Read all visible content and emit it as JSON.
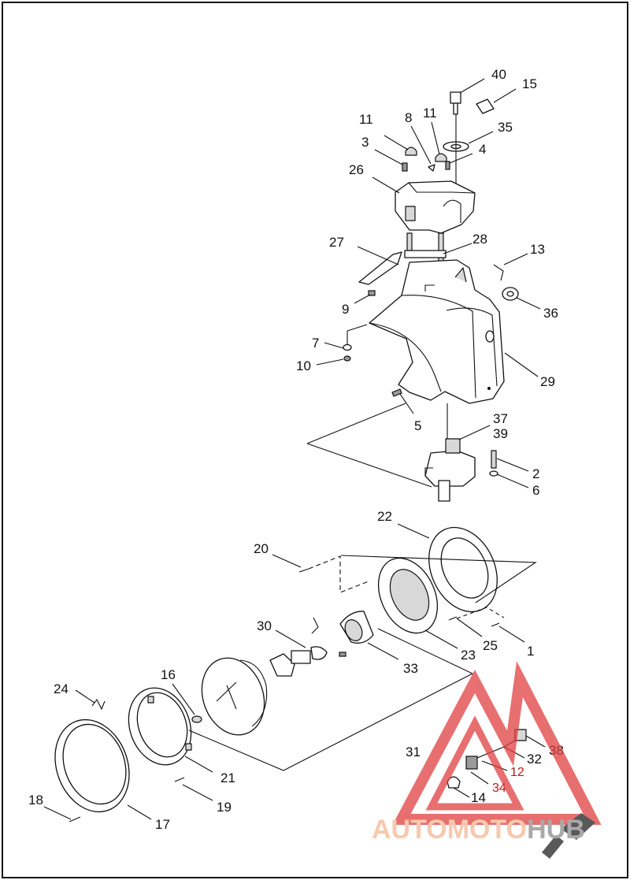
{
  "callouts": [
    {
      "id": "c40",
      "text": "40"
    },
    {
      "id": "c15",
      "text": "15"
    },
    {
      "id": "c11a",
      "text": "11"
    },
    {
      "id": "c8",
      "text": "8"
    },
    {
      "id": "c11b",
      "text": "11"
    },
    {
      "id": "c35",
      "text": "35"
    },
    {
      "id": "c3",
      "text": "3"
    },
    {
      "id": "c4",
      "text": "4"
    },
    {
      "id": "c26",
      "text": "26"
    },
    {
      "id": "c27",
      "text": "27"
    },
    {
      "id": "c28",
      "text": "28"
    },
    {
      "id": "c13",
      "text": "13"
    },
    {
      "id": "c9",
      "text": "9"
    },
    {
      "id": "c36",
      "text": "36"
    },
    {
      "id": "c7",
      "text": "7"
    },
    {
      "id": "c10",
      "text": "10"
    },
    {
      "id": "c29",
      "text": "29"
    },
    {
      "id": "c5",
      "text": "5"
    },
    {
      "id": "c37",
      "text": "37"
    },
    {
      "id": "c39",
      "text": "39"
    },
    {
      "id": "c2",
      "text": "2"
    },
    {
      "id": "c6",
      "text": "6"
    },
    {
      "id": "c22",
      "text": "22"
    },
    {
      "id": "c20",
      "text": "20"
    },
    {
      "id": "c30",
      "text": "30"
    },
    {
      "id": "c25",
      "text": "25"
    },
    {
      "id": "c1",
      "text": "1"
    },
    {
      "id": "c23",
      "text": "23"
    },
    {
      "id": "c33",
      "text": "33"
    },
    {
      "id": "c16",
      "text": "16"
    },
    {
      "id": "c24",
      "text": "24"
    },
    {
      "id": "c31",
      "text": "31"
    },
    {
      "id": "c38",
      "text": "38"
    },
    {
      "id": "c32",
      "text": "32"
    },
    {
      "id": "c12",
      "text": "12"
    },
    {
      "id": "c21",
      "text": "21"
    },
    {
      "id": "c34",
      "text": "34"
    },
    {
      "id": "c14",
      "text": "14"
    },
    {
      "id": "c19",
      "text": "19"
    },
    {
      "id": "c18",
      "text": "18"
    },
    {
      "id": "c17",
      "text": "17"
    }
  ],
  "watermark": {
    "part1": "AUTO",
    "part2": "MOTO",
    "part3": "HUB",
    "color_main": "#f3b894",
    "color_hub": "#8d8d8d",
    "triangle_color": "#e04040"
  }
}
